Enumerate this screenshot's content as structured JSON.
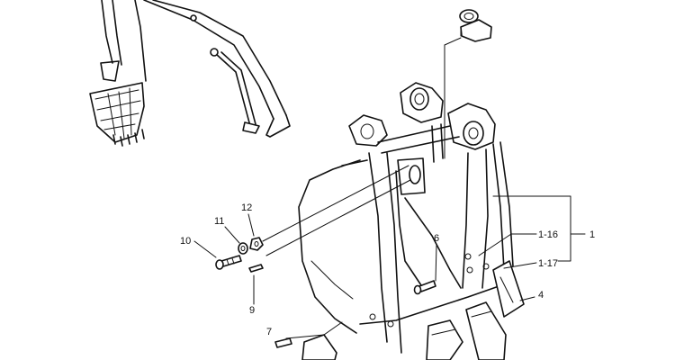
{
  "callouts": {
    "c1": "1",
    "c1_16": "1-16",
    "c1_17": "1-17",
    "c4": "4",
    "c6": "6",
    "c7": "7",
    "c9": "9",
    "c10": "10",
    "c11": "11",
    "c12": "12"
  }
}
